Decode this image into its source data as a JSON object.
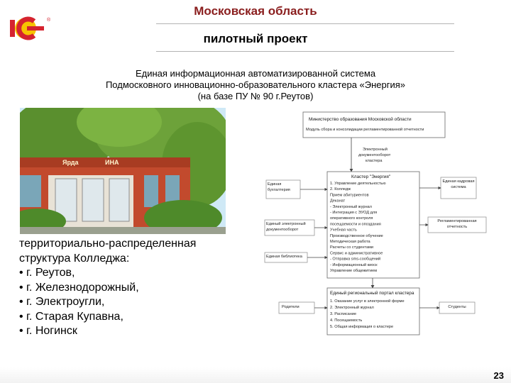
{
  "header": {
    "region": "Московская область",
    "project": "пилотный проект"
  },
  "subtitle": {
    "line1": "Единая информационная автоматизированной система",
    "line2": "Подмосковного инновационно-образовательного кластера «Энергия»",
    "line3": "(на базе ПУ № 90 г.Реутов)"
  },
  "photo": {
    "sign1": "Ярда",
    "sign2": "ИНА"
  },
  "structure": {
    "heading1": "территориально-распределенная",
    "heading2": "структура Колледжа:",
    "cities": [
      "• г. Реутов,",
      "• г. Железнодорожный,",
      "• г. Электроугли,",
      "• г. Старая Купавна,",
      "• г. Ногинск"
    ]
  },
  "diagram": {
    "ministry_title": "Министерство образования Московской области",
    "ministry_sub": "Модуль сбора и консолидации регламентированной отчетности",
    "edoc1": "Электронный",
    "edoc2": "документооборот",
    "edoc3": "кластера",
    "cluster_title": "Кластер \"Энергия\"",
    "cluster_items": [
      "1. Управление деятельностью",
      "2. Колледж",
      "Прием абитуриентов",
      "Деканат",
      "- Электронный журнал",
      "- Интеграция с ЭУОД для",
      "оперативного контроля",
      "посещаемости и опоздания",
      "Учебная часть",
      "Производственное обучение",
      "Методическая работа",
      "Расчеты со студентами",
      "Сервис и административное",
      "- Отправка sms-сообщений",
      "- Информационный киоск",
      "Управление общежитием"
    ],
    "left_boxes": [
      "Единая бухгалтерия",
      "Единый электронный документооборот",
      "Единая библиотека",
      "Родители"
    ],
    "right_boxes": [
      "Единая кадровая система",
      "Регламентированная отчетность",
      "Студенты"
    ],
    "portal_title": "Единый региональный портал кластера",
    "portal_items": [
      "1. Оказание услуг в электронной форме",
      "2. Электронный журнал",
      "3. Расписание",
      "4. Посещаемость",
      "5. Общая информация о кластере"
    ]
  },
  "page_number": "23",
  "colors": {
    "header_red": "#8a1e1e",
    "logo_red": "#d5232f",
    "logo_yellow": "#f7c300"
  }
}
